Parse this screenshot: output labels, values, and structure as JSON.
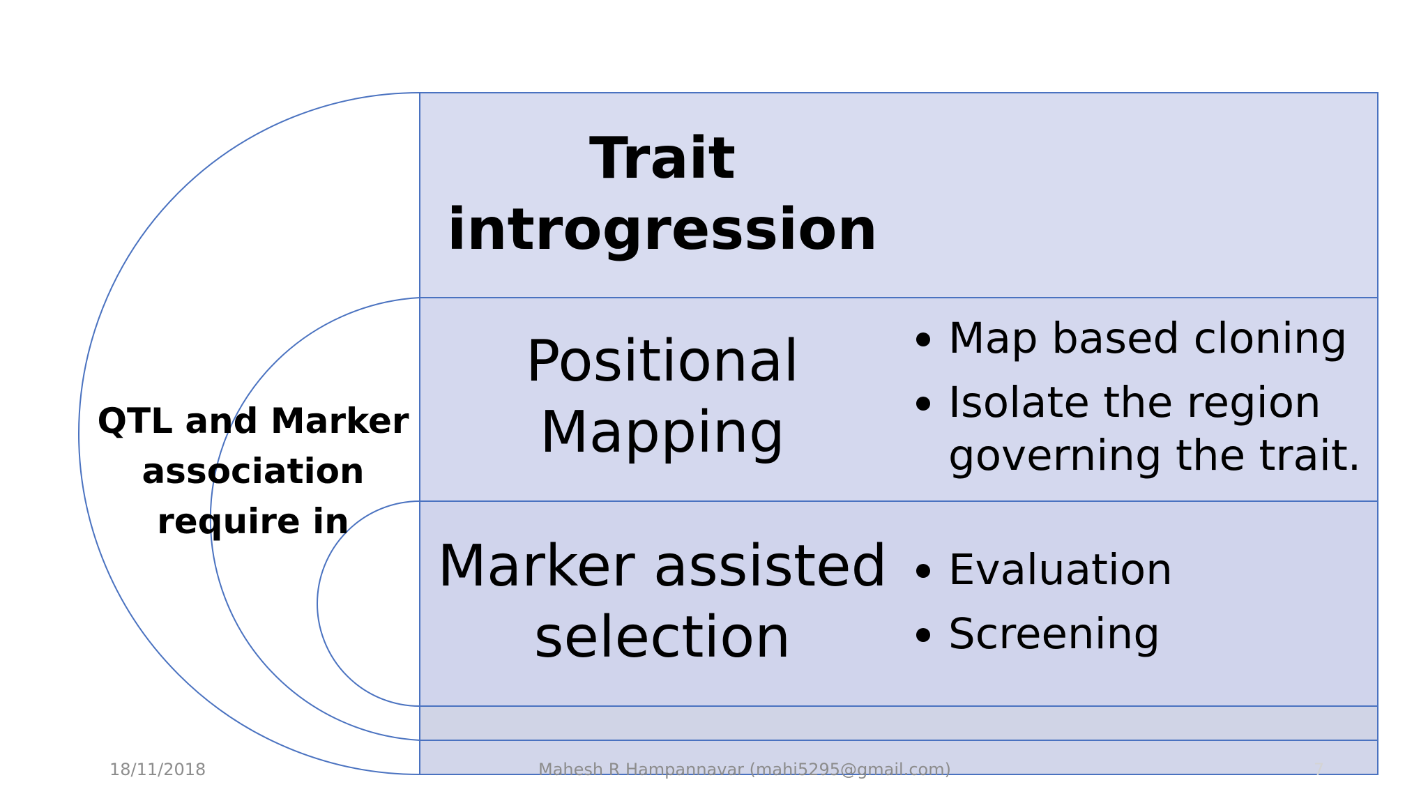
{
  "colors": {
    "band_fill": "#d4d8ee",
    "outline": "#4a72c0",
    "text": "#000000",
    "footer_text": "#8c8c8c"
  },
  "left_label": {
    "lines": [
      "QTL and  Marker",
      "association",
      "require in"
    ]
  },
  "rows": [
    {
      "title_lines": [
        "Trait",
        "introgression"
      ],
      "bullets": []
    },
    {
      "title_lines": [
        "Positional",
        "Mapping"
      ],
      "bullets": [
        {
          "lines": [
            "Map based cloning"
          ]
        },
        {
          "lines": [
            "Isolate the region",
            "governing the trait."
          ]
        }
      ]
    },
    {
      "title_lines": [
        "Marker assisted",
        "selection"
      ],
      "bullets": [
        {
          "lines": [
            "Evaluation"
          ]
        },
        {
          "lines": [
            "Screening"
          ]
        }
      ]
    }
  ],
  "footer": {
    "date": "18/11/2018",
    "author": "Mahesh R Hampannavar (mahi5295@gmail.com)",
    "page": "7"
  }
}
